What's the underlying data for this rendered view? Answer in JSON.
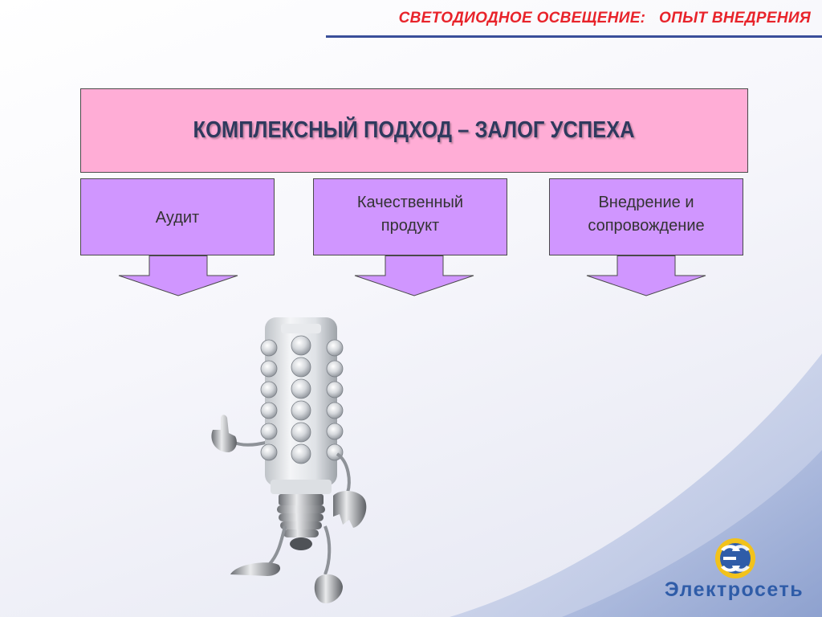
{
  "header": {
    "title": "СВЕТОДИОДНОЕ ОСВЕЩЕНИЕ:   ОПЫТ ВНЕДРЕНИЯ"
  },
  "main": {
    "title": "КОМПЛЕКСНЫЙ ПОДХОД – ЗАЛОГ УСПЕХА"
  },
  "pillars": [
    {
      "label": "Аудит"
    },
    {
      "label": "Качественный\nпродукт"
    },
    {
      "label": "Внедрение и\nсопровождение"
    }
  ],
  "logo": {
    "text": "Электросеть"
  },
  "colors": {
    "header_text": "#e8232a",
    "header_rule": "#3a4f9a",
    "main_box": "#ffadd6",
    "pillar_box": "#d096ff",
    "logo_blue": "#2f5ca8",
    "logo_yellow": "#f2c21b"
  }
}
